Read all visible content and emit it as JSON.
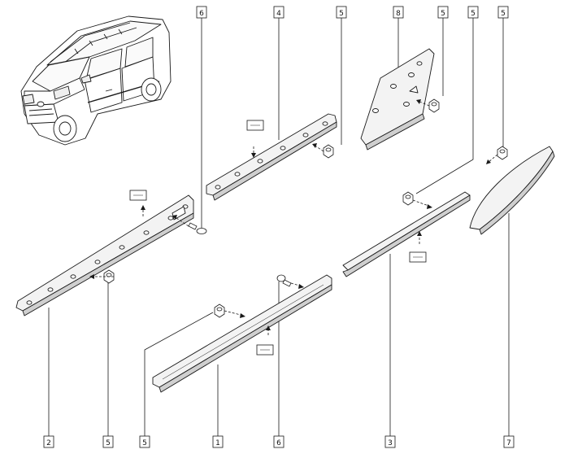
{
  "figure": {
    "callouts": {
      "c_top_6": "6",
      "c_top_4": "4",
      "c_top_5a": "5",
      "c_top_8": "8",
      "c_top_5b": "5",
      "c_top_5c": "5",
      "c_top_5d": "5",
      "c_bot_2": "2",
      "c_bot_5a": "5",
      "c_bot_5b": "5",
      "c_bot_1": "1",
      "c_bot_6": "6",
      "c_bot_3": "3",
      "c_bot_7": "7"
    },
    "colors": {
      "line": "#1a1a1a",
      "part_fill": "#f3f3f3",
      "part_shade": "#cfcfcf"
    }
  }
}
